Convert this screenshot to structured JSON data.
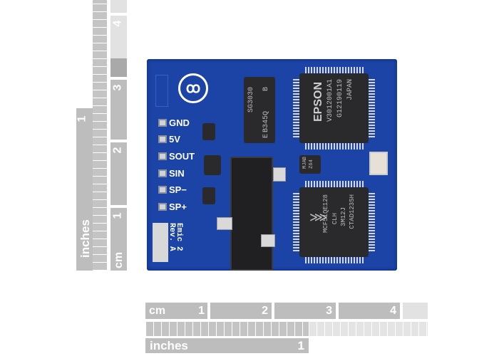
{
  "rulers": {
    "left": {
      "cm_label": "cm",
      "cm_numbers": [
        "1",
        "2",
        "3",
        "4"
      ],
      "inch_label": "inches",
      "inch_number": "1"
    },
    "bottom": {
      "cm_label": "cm",
      "cm_numbers": [
        "1",
        "2",
        "3",
        "4"
      ],
      "inch_label": "inches",
      "inch_number": "1"
    }
  },
  "board": {
    "pins": [
      "GND",
      "5V",
      "SOUT",
      "SIN",
      "SP−",
      "SP+"
    ],
    "name_line1": "Emic 2",
    "name_line2": "Rev. A",
    "osc": {
      "l1": "SG3030",
      "l2": "B",
      "l3": "B345Q",
      "l4": "E"
    },
    "epson": {
      "l1": "EPSON",
      "l2": "V3012001A1",
      "l3": "G12190119",
      "l4": "JAPAN"
    },
    "mcu": {
      "l1": "MCF51QE128",
      "l2": "CLH",
      "l3": "3M12J",
      "l4": "CTAD1235H"
    },
    "small_chip": {
      "l1": "MJAB",
      "l2": "Z64"
    },
    "colors": {
      "pcb": "#1c43a6",
      "silkscreen": "#ffffff",
      "chip": "#2a2a2c"
    }
  }
}
